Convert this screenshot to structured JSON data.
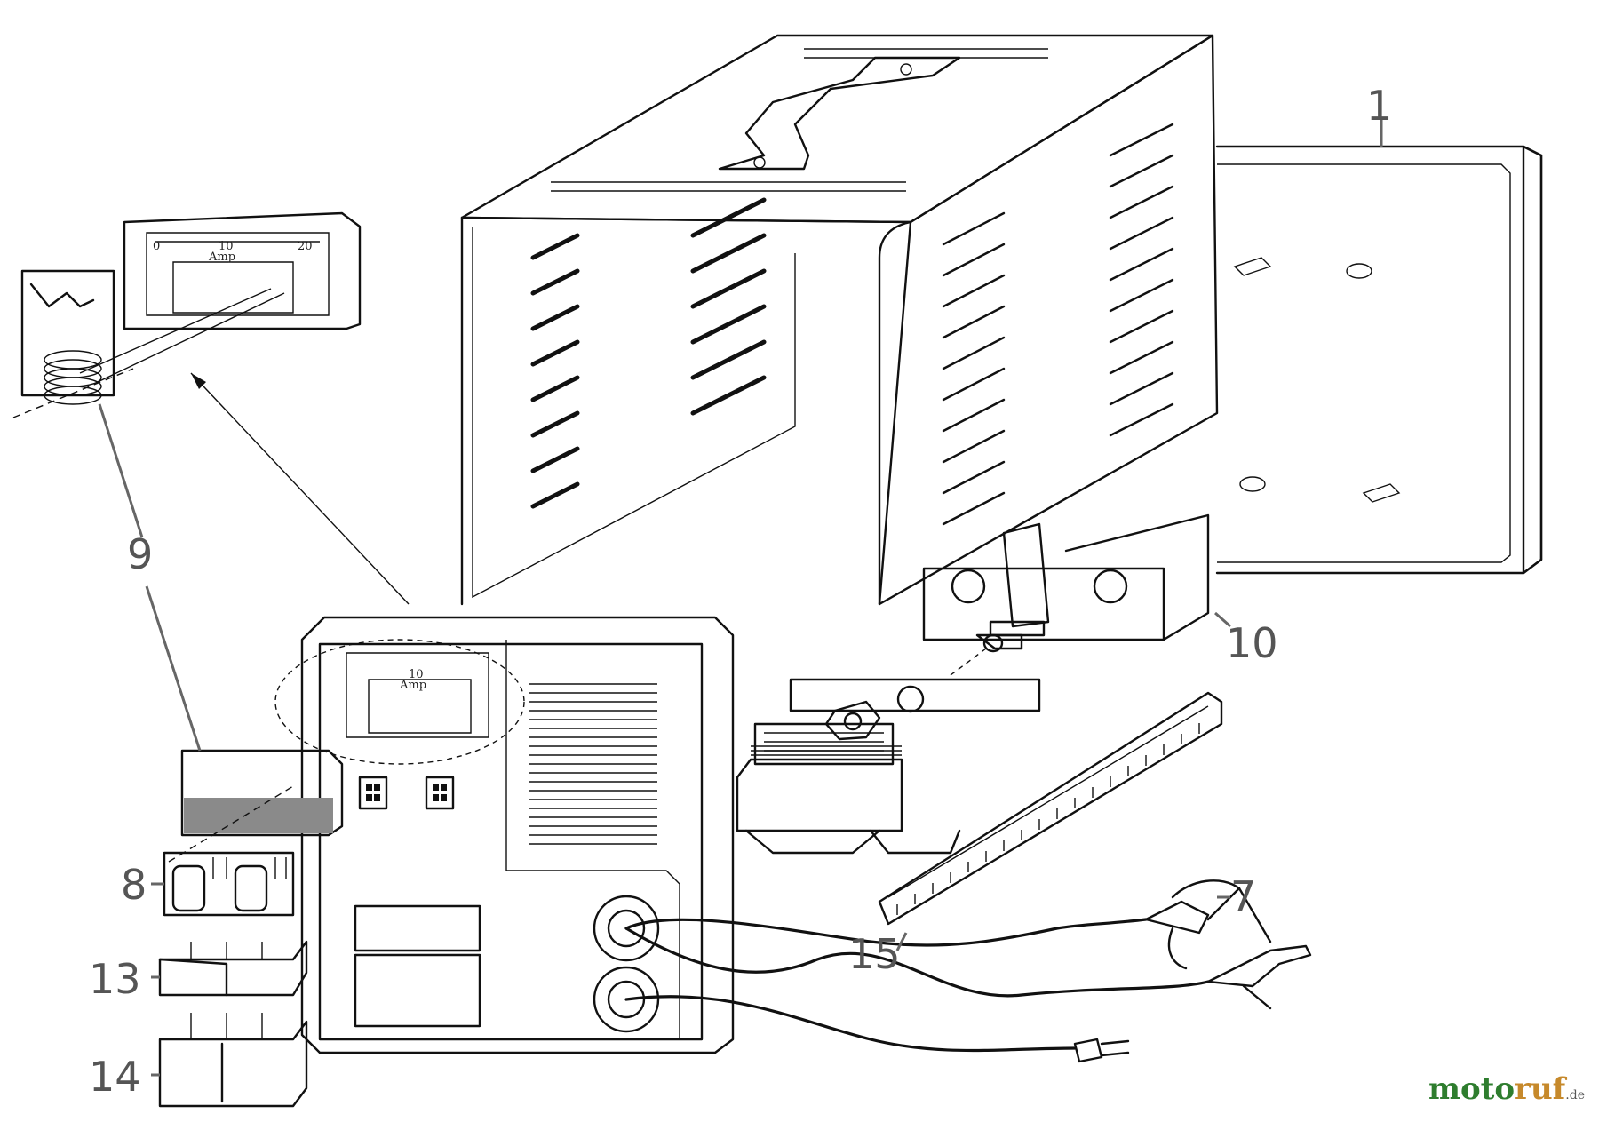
{
  "callouts": [
    {
      "id": "1",
      "label": "1"
    },
    {
      "id": "7",
      "label": "7"
    },
    {
      "id": "8",
      "label": "8"
    },
    {
      "id": "9",
      "label": "9"
    },
    {
      "id": "10",
      "label": "10"
    },
    {
      "id": "13",
      "label": "13"
    },
    {
      "id": "14",
      "label": "14"
    },
    {
      "id": "15",
      "label": "15"
    }
  ],
  "meter": {
    "unit_label": "Amp",
    "scale_min": "0",
    "scale_mid": "10",
    "scale_max": "20"
  },
  "watermark": {
    "part1": "moto",
    "part2": "ruf",
    "suffix": ".de"
  },
  "colors": {
    "line": "#111111",
    "callout": "#555555",
    "watermark_green": "#2e7d2e",
    "watermark_orange": "#c6892b"
  }
}
